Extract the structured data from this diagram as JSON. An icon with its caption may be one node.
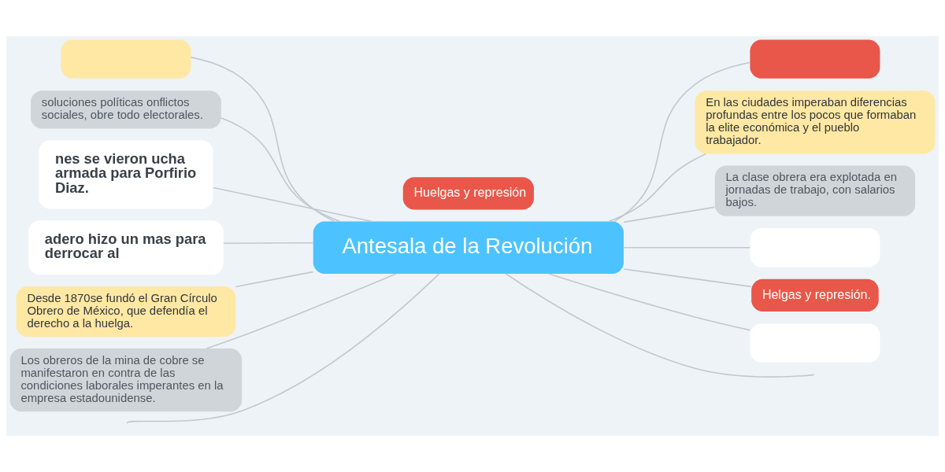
{
  "diagram": {
    "nodes": [
      {
        "text": [],
        "shape": "box"
      },
      {
        "text": [],
        "shape": "box"
      },
      {
        "text": [
          "soluciones políticas onflictos sociales, obre todo electorales."
        ]
      },
      {
        "text": [
          "En las ciudades imperaban diferencias profundas entre los pocos que formaban la elite económica y el pueblo trabajador."
        ]
      },
      {
        "text": [
          "nes se vieron ucha armada para Porfirio Diaz."
        ]
      },
      {
        "text": [
          "La clase obrera era explotada en jornadas de trabajo, con salarios bajos."
        ]
      },
      {
        "text": [
          "adero hizo un mas para derrocar al"
        ]
      },
      {
        "text": [],
        "shape": "box"
      },
      {
        "text": [
          "Antesala de la Revolución"
        ]
      },
      {
        "text": [
          "Huelgas y represión"
        ]
      },
      {
        "text": [
          "Helgas y represión."
        ]
      },
      {
        "text": [
          "Desde 1870se fundó el Gran Círculo Obrero de México, que defendía el derecho a la huelga."
        ]
      },
      {
        "text": [
          "Los obreros de la mina de cobre se manifestaron en contra de las condiciones laborales imperantes en la empresa estadounidense."
        ]
      },
      {
        "text": [],
        "shape": "box"
      }
    ],
    "edges": [
      {
        "from": 8,
        "to": null,
        "arrow": "none"
      },
      {
        "from": 8,
        "to": 0,
        "arrow": "none"
      },
      {
        "from": 8,
        "to": 1,
        "arrow": "none"
      },
      {
        "from": 8,
        "to": 2,
        "arrow": "none"
      },
      {
        "from": 8,
        "to": 3,
        "arrow": "none"
      },
      {
        "from": 8,
        "to": 4,
        "arrow": "none"
      },
      {
        "from": 8,
        "to": 5,
        "arrow": "none"
      },
      {
        "from": 8,
        "to": 6,
        "arrow": "none"
      },
      {
        "from": 8,
        "to": 7,
        "arrow": "none"
      },
      {
        "from": 8,
        "to": 10,
        "arrow": "none"
      },
      {
        "from": 8,
        "to": 11,
        "arrow": "none"
      },
      {
        "from": 8,
        "to": 12,
        "arrow": "none"
      },
      {
        "from": 8,
        "to": 13,
        "arrow": "none"
      },
      {
        "from": 8,
        "to": null,
        "arrow": "none"
      }
    ]
  }
}
